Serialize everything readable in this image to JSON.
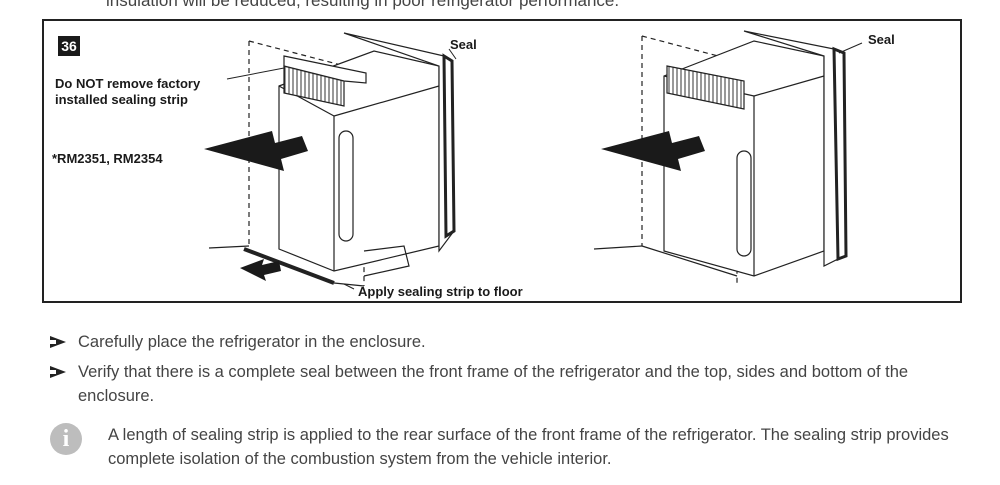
{
  "intro_text": "insulation will be reduced, resulting in poor refrigerator performance.",
  "figure": {
    "number": "36",
    "labels": {
      "seal_left": "Seal",
      "seal_right": "Seal",
      "do_not_remove": "Do NOT remove factory installed sealing strip",
      "models": "*RM2351, RM2354",
      "apply_strip": "Apply sealing strip to floor"
    }
  },
  "bullets": [
    "Carefully place the refrigerator in the enclosure.",
    "Verify that there is a complete seal between the front frame of the refrigerator and the top, sides and bottom of the enclosure."
  ],
  "info": {
    "icon": "info-icon",
    "text": "A length of sealing strip is applied to the rear surface of the front frame of the refrigerator. The sealing strip provides complete isolation of the combustion system from the vehicle interior."
  }
}
